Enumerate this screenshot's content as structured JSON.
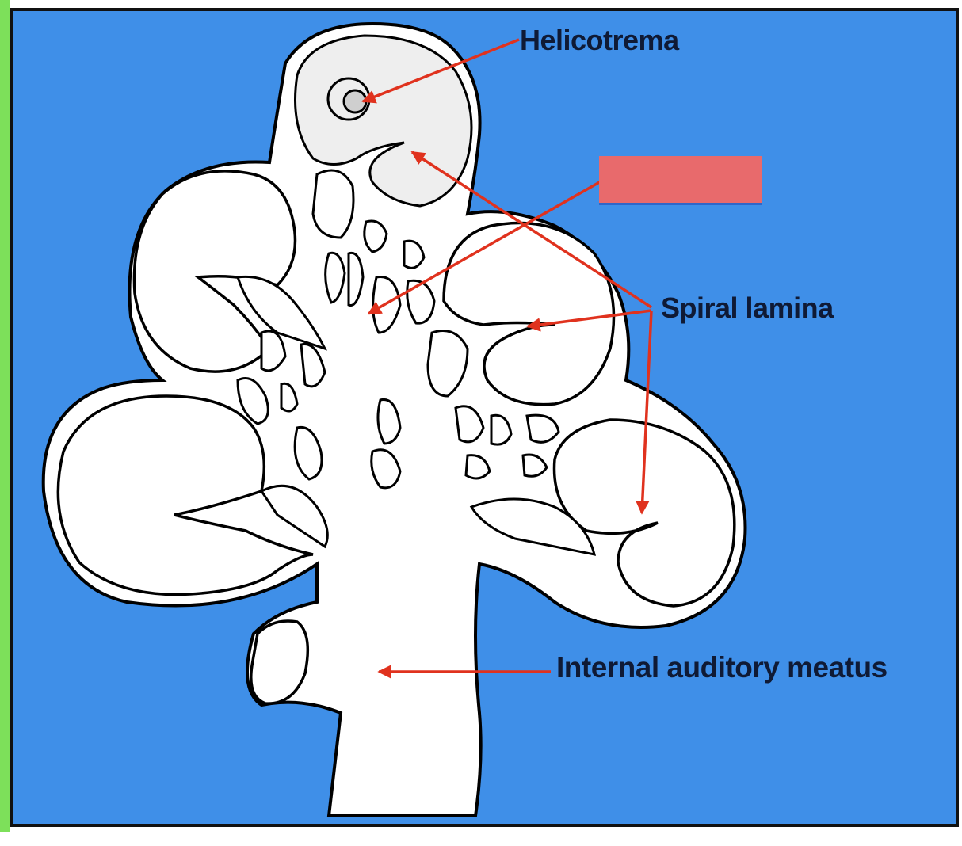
{
  "labels": {
    "helicotrema": "Helicotrema",
    "spiral_lamina": "Spiral lamina",
    "internal_auditory_meatus": "Internal auditory meatus",
    "hidden_label": ""
  },
  "colors": {
    "background": "#3f8fe8",
    "arrow": "#e0321e",
    "outline": "#000000",
    "answer_box": "#e86a6c",
    "left_strip": "#7de05a"
  }
}
